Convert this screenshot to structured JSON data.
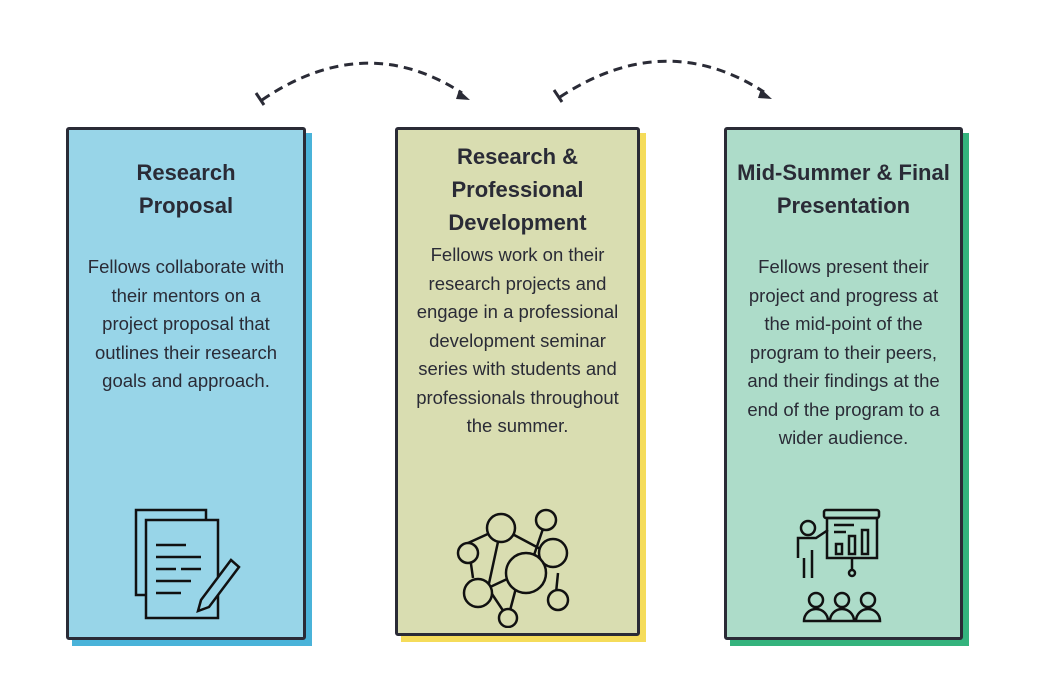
{
  "cards": [
    {
      "title": "Research Proposal",
      "body": "Fellows collaborate with their mentors on a project proposal that outlines their research goals and approach.",
      "icon": "document-pencil-icon",
      "fill": "#98d5e8",
      "shadow": "#4ab3d9"
    },
    {
      "title": "Research & Professional Development",
      "body": "Fellows work on their research projects and engage in a professional development seminar series with students and professionals throughout the summer.",
      "icon": "network-people-icon",
      "fill": "#d9ddb1",
      "shadow": "#f5dc5a"
    },
    {
      "title": "Mid-Summer & Final Presentation",
      "body": "Fellows present their project and progress at the mid-point of the program to their peers, and their findings at the end of the program to a wider audience.",
      "icon": "presentation-icon",
      "fill": "#addcc9",
      "shadow": "#34b37d"
    }
  ]
}
